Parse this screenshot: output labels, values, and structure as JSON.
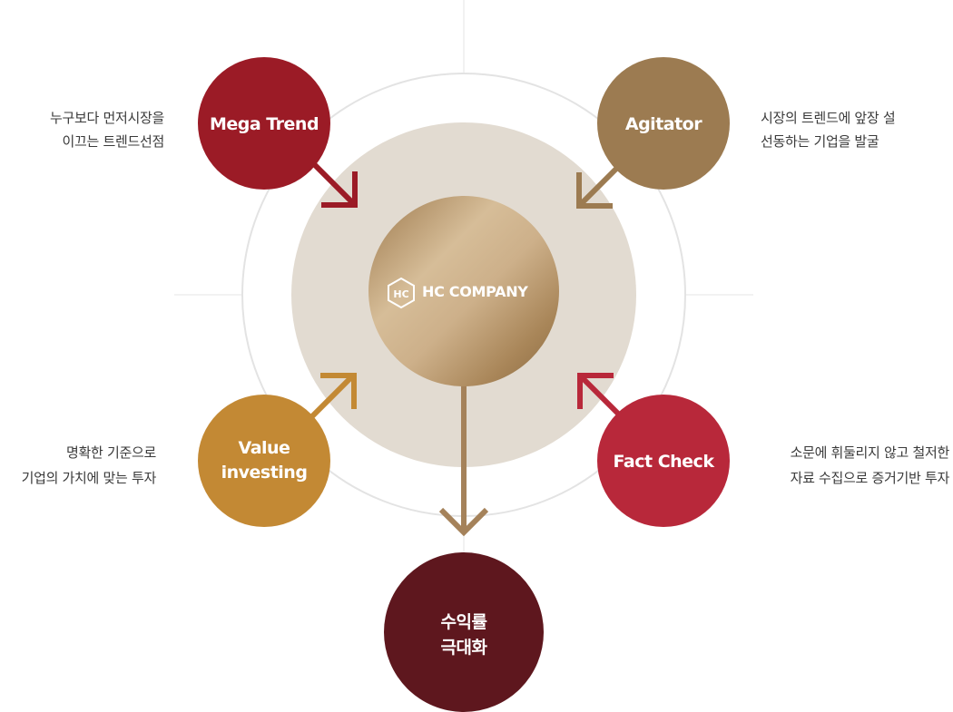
{
  "center": {
    "brand_mark": "HC",
    "company_name": "HC COMPANY"
  },
  "nodes": {
    "mega_trend": {
      "title": "Mega Trend",
      "desc_line1": "누구보다 먼저시장을",
      "desc_line2": "이끄는 트렌드선점",
      "color": "#9b1b26"
    },
    "agitator": {
      "title": "Agitator",
      "desc_line1": "시장의 트렌드에 앞장 설",
      "desc_line2": "선동하는 기업을 발굴",
      "color": "#9c7b51"
    },
    "value_investing": {
      "title_line1": "Value",
      "title_line2": "investing",
      "desc_line1": "명확한 기준으로",
      "desc_line2": "기업의 가치에 맞는 투자",
      "color": "#c38934"
    },
    "fact_check": {
      "title": "Fact Check",
      "desc_line1": "소문에 휘둘리지 않고 철저한",
      "desc_line2": "자료 수집으로 증거기반 투자",
      "color": "#b8283a"
    }
  },
  "result": {
    "title_line1": "수익률",
    "title_line2": "극대화",
    "color": "#5e171e"
  },
  "colors": {
    "outer_ring": "#e3e3e3",
    "inner_disc": "#e2dbd1",
    "crosshair": "#e5e5e5",
    "gold_dark": "#a07e55",
    "gold_light": "#d7bf9c",
    "arrow_mega": "#9b1b26",
    "arrow_agitator": "#9c7b51",
    "arrow_value": "#c38934",
    "arrow_fact": "#b8283a",
    "arrow_result": "#a5825a"
  }
}
